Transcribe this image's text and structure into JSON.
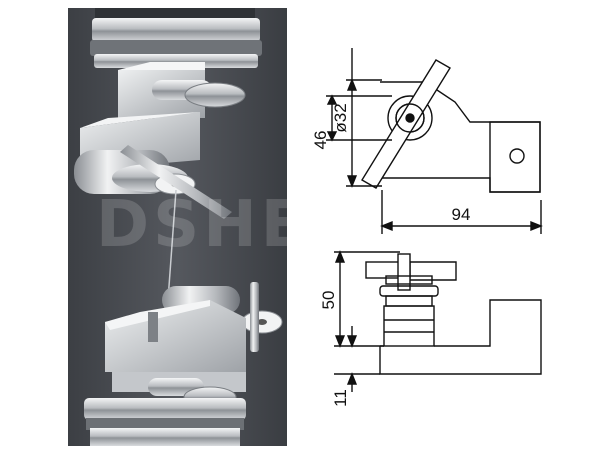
{
  "watermark": "DSHENG",
  "dimensions": {
    "diameter": "ø32",
    "top_height": "46",
    "width": "94",
    "bottom_height": "50",
    "base_height": "11"
  },
  "colors": {
    "photo_background": "#4a4d52",
    "metal_light": "#e8eaec",
    "metal_mid": "#a9adb2",
    "metal_dark": "#5c6066",
    "drawing_line": "#111111"
  }
}
